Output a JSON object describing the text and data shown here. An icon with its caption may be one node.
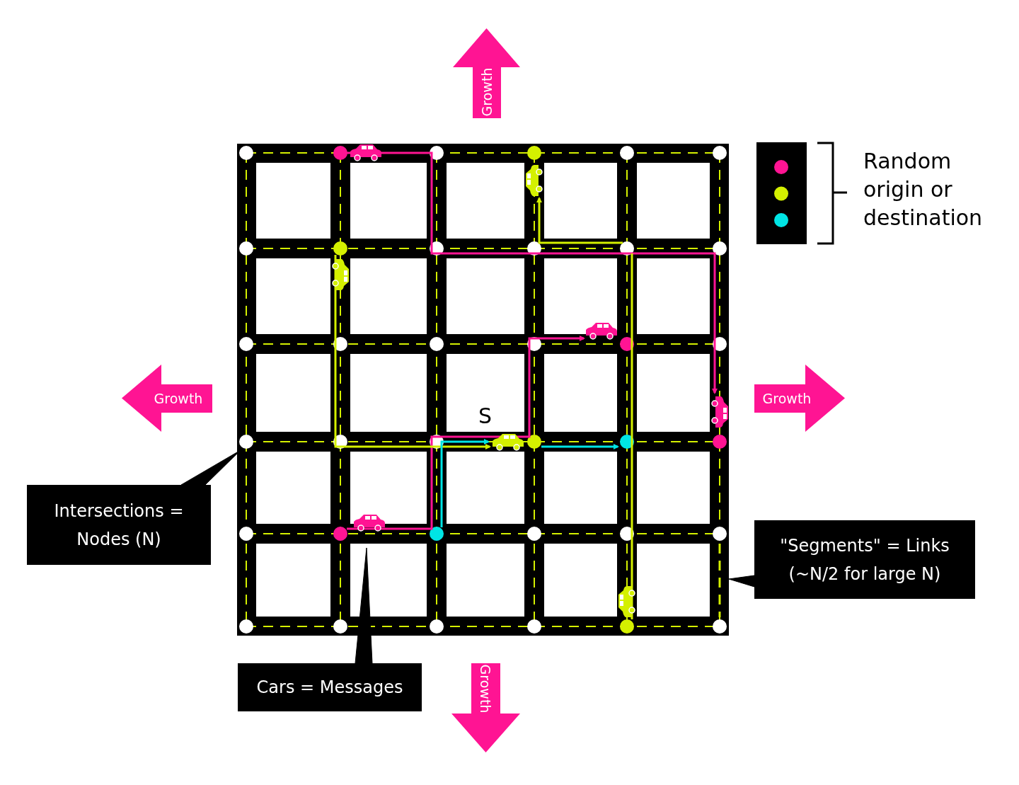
{
  "diagram": {
    "nodes": [
      {
        "text": [
          "Intersections = Nodes (N)"
        ]
      },
      {
        "text": [],
        "shape": "circle"
      },
      {
        "text": [
          "Cars = Messages"
        ]
      },
      {
        "text": [],
        "shape": "picture"
      },
      {
        "text": [
          "\"Segments\" = Links (~N/2 for large N)"
        ]
      },
      {
        "text": [],
        "shape": "bar"
      },
      {
        "text": [
          "Growth"
        ]
      },
      {
        "text": [
          "Growth"
        ]
      },
      {
        "text": [
          "Growth"
        ]
      },
      {
        "text": [
          "Growth"
        ]
      }
    ],
    "edges": [
      {
        "from": 0,
        "to": 1,
        "arrow": "none"
      },
      {
        "from": 2,
        "to": 3,
        "arrow": "none"
      },
      {
        "from": 4,
        "to": 5,
        "arrow": "none"
      }
    ],
    "labels": [
      "Random origin or destination",
      "S"
    ]
  }
}
